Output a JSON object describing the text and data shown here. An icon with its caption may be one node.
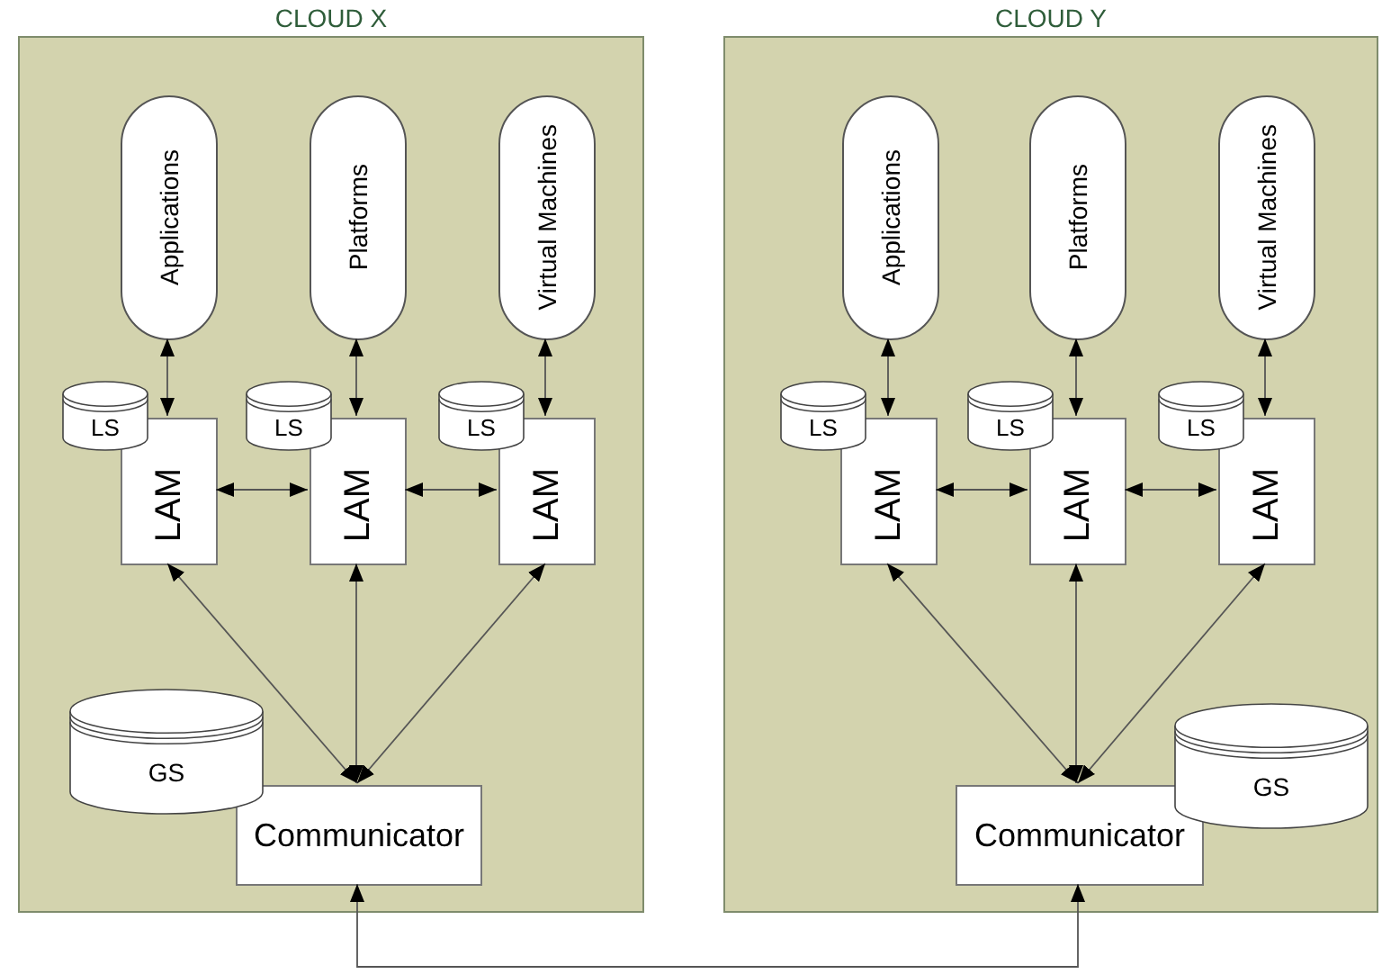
{
  "diagram": {
    "nodes": [
      {
        "text": [
          "CLOUD X"
        ]
      },
      {
        "text": [
          "Applications"
        ],
        "in": 0
      },
      {
        "text": [
          "Platforms"
        ],
        "in": 0
      },
      {
        "text": [
          "Virtual Machines"
        ],
        "in": 0
      },
      {
        "text": [
          "LS"
        ],
        "in": 0
      },
      {
        "text": [
          "LAM"
        ],
        "in": 0
      },
      {
        "text": [
          "LS"
        ],
        "in": 0
      },
      {
        "text": [
          "LAM"
        ],
        "in": 0
      },
      {
        "text": [
          "LS"
        ],
        "in": 0
      },
      {
        "text": [
          "LAM"
        ],
        "in": 0
      },
      {
        "text": [
          "GS"
        ],
        "in": 0
      },
      {
        "text": [
          "Communicator"
        ],
        "in": 0
      },
      {
        "text": [
          "CLOUD Y"
        ]
      },
      {
        "text": [
          "Applications"
        ],
        "in": 12
      },
      {
        "text": [
          "Platforms"
        ],
        "in": 12
      },
      {
        "text": [
          "Virtual Machines"
        ],
        "in": 12
      },
      {
        "text": [
          "LS"
        ],
        "in": 12
      },
      {
        "text": [
          "LAM"
        ],
        "in": 12
      },
      {
        "text": [
          "LS"
        ],
        "in": 12
      },
      {
        "text": [
          "LAM"
        ],
        "in": 12
      },
      {
        "text": [
          "LS"
        ],
        "in": 12
      },
      {
        "text": [
          "LAM"
        ],
        "in": 12
      },
      {
        "text": [
          "GS"
        ],
        "in": 12
      },
      {
        "text": [
          "Communicator"
        ],
        "in": 12
      }
    ],
    "edges": [
      {
        "from": 1,
        "to": 5,
        "arrow": "both"
      },
      {
        "from": 2,
        "to": 7,
        "arrow": "both"
      },
      {
        "from": 3,
        "to": 9,
        "arrow": "both"
      },
      {
        "from": 5,
        "to": 7,
        "arrow": "both"
      },
      {
        "from": 7,
        "to": 9,
        "arrow": "both"
      },
      {
        "from": 5,
        "to": 11,
        "arrow": "both"
      },
      {
        "from": 7,
        "to": 11,
        "arrow": "both"
      },
      {
        "from": 9,
        "to": 11,
        "arrow": "both"
      },
      {
        "from": 13,
        "to": 17,
        "arrow": "both"
      },
      {
        "from": 14,
        "to": 19,
        "arrow": "both"
      },
      {
        "from": 15,
        "to": 21,
        "arrow": "both"
      },
      {
        "from": 17,
        "to": 19,
        "arrow": "both"
      },
      {
        "from": 19,
        "to": 21,
        "arrow": "both"
      },
      {
        "from": 17,
        "to": 23,
        "arrow": "both"
      },
      {
        "from": 19,
        "to": 23,
        "arrow": "both"
      },
      {
        "from": 21,
        "to": 23,
        "arrow": "both"
      },
      {
        "from": 11,
        "to": 23,
        "arrow": "both"
      }
    ]
  }
}
